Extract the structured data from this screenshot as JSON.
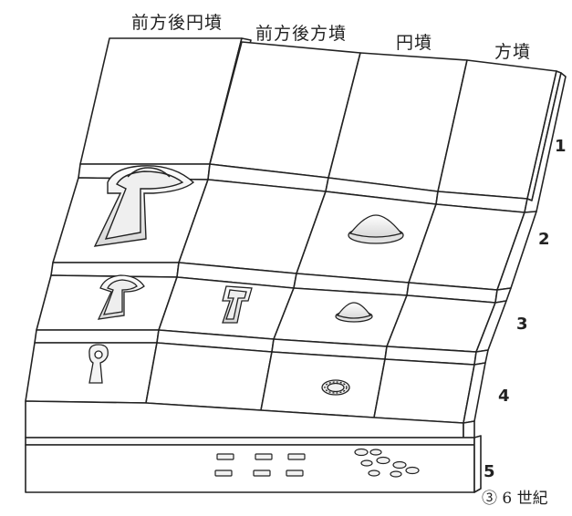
{
  "columns": [
    {
      "label": "前方後円墳"
    },
    {
      "label": "前方後方墳"
    },
    {
      "label": "円墳"
    },
    {
      "label": "方墳"
    }
  ],
  "rows": [
    "1",
    "2",
    "3",
    "4",
    "5"
  ],
  "caption": "③ 6 世紀",
  "colors": {
    "line": "#222222",
    "face": "#ffffff",
    "tint": "#f7f7f7"
  }
}
